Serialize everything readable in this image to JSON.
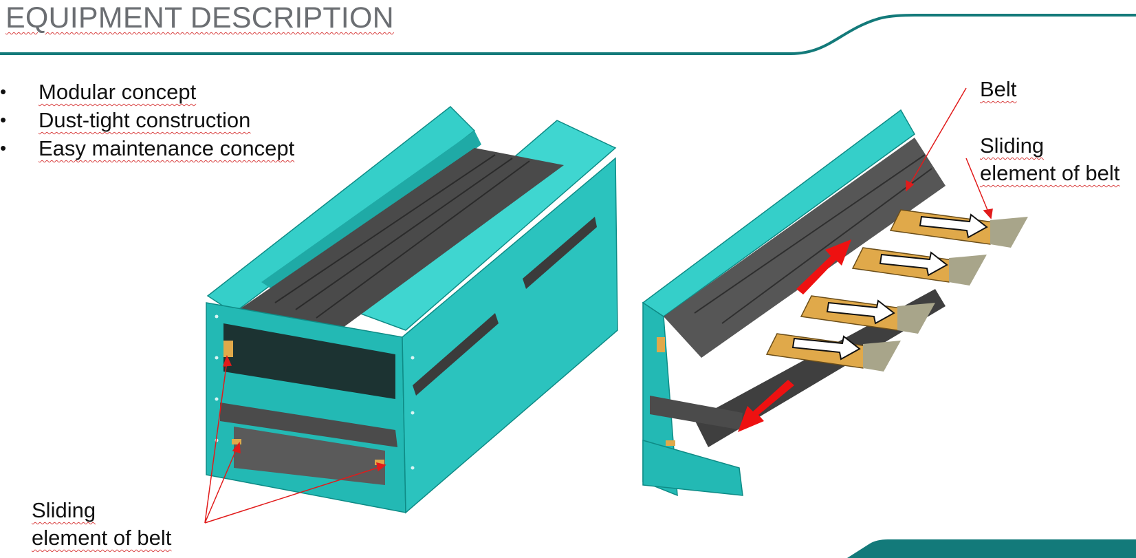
{
  "slide": {
    "title": "EQUIPMENT DESCRIPTION",
    "bullets": [
      "Modular concept",
      "Dust-tight construction",
      "Easy maintenance concept"
    ],
    "labels": {
      "belt": "Belt",
      "sliding_right_line1": "Sliding",
      "sliding_right_line2": "element of belt",
      "sliding_left_line1": "Sliding",
      "sliding_left_line2": "element of belt"
    }
  },
  "colors": {
    "accent_teal": "#137a7a",
    "housing_teal": "#2ec4c0",
    "title_gray": "#6b6e72",
    "annotation_red": "#e11b1b",
    "slider_gold": "#e0a94a"
  },
  "icons": [
    "bullet-dot",
    "red-direction-arrow",
    "white-direction-arrow"
  ]
}
